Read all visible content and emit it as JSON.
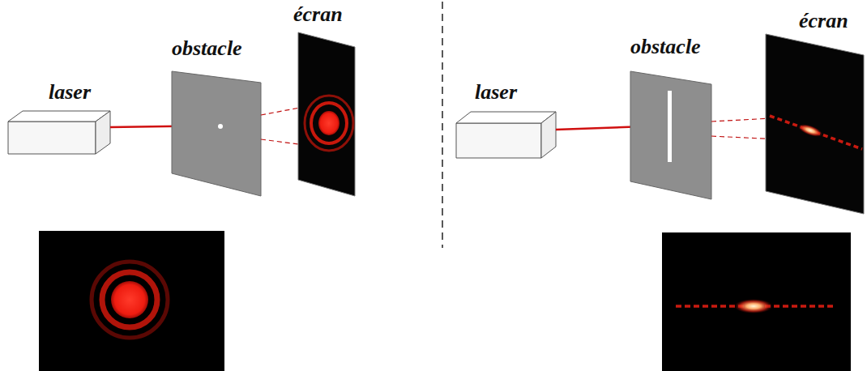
{
  "diagram": {
    "labels": [
      "laser",
      "obstacle",
      "écran",
      "laser",
      "obstacle",
      "écran"
    ]
  }
}
